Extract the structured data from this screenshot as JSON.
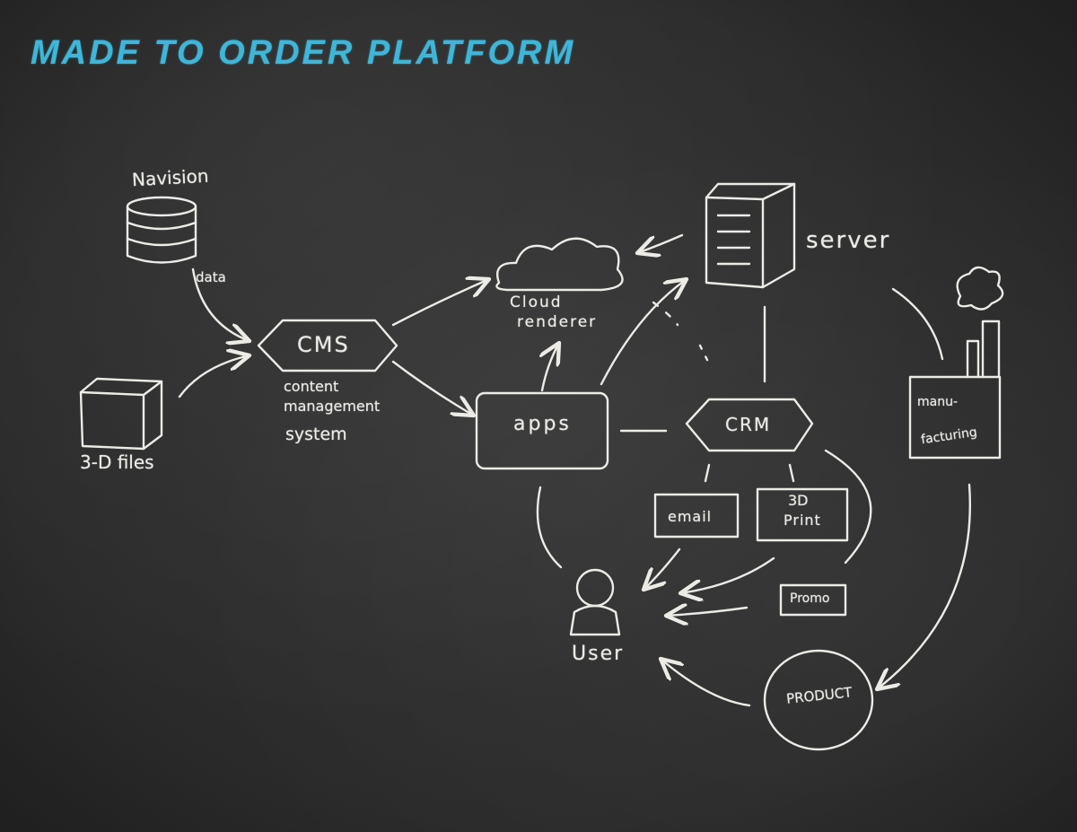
{
  "title": "MADE TO ORDER PLATFORM",
  "nodes": {
    "navision": "Navision",
    "data_label": "data",
    "files_3d": "3-D files",
    "cms": "CMS",
    "cms_desc": [
      "content",
      "management",
      "system"
    ],
    "cloud": [
      "Cloud",
      "renderer"
    ],
    "server": "server",
    "apps": "apps",
    "crm": "CRM",
    "email": "email",
    "print3d": [
      "3D",
      "Print"
    ],
    "promo": "Promo",
    "manufacturing": [
      "manu-",
      "facturing"
    ],
    "user": "User",
    "product": "PRODUCT"
  },
  "colors": {
    "title": "#3fb6d8",
    "chalk": "#ecebe6",
    "board": "#2b2b2b"
  }
}
